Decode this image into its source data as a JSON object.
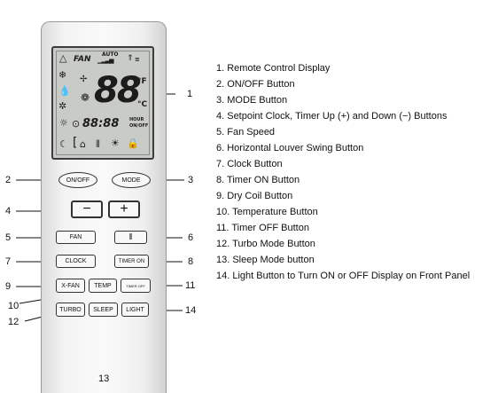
{
  "display": {
    "fan_label": "FAN",
    "auto_label": "AUTO",
    "temp_digits": "88",
    "deg_f": "°F",
    "deg_c": "°C",
    "clock_digits": "88:88",
    "hour_label": "HOUR",
    "on_off_label": "ON/OFF",
    "icons": [
      "triangle-icon",
      "snowflake-icon",
      "fan-mode-icon",
      "sun-icon",
      "water-drop-icon",
      "fan-speed-icon",
      "turbo-arrow-icon",
      "clock-icon",
      "sleep-moon-icon",
      "indoor-unit-icon",
      "swing-icon",
      "light-icon",
      "lock-icon"
    ]
  },
  "buttons": {
    "on_off": "ON/OFF",
    "mode": "MODE",
    "minus": "−",
    "plus": "+",
    "fan": "FAN",
    "swing": "⦀",
    "clock": "CLOCK",
    "timer_on": "TIMER ON",
    "x_fan": "X-FAN",
    "temp": "TEMP",
    "timer_off": "TIMER OFF",
    "turbo": "TURBO",
    "sleep": "SLEEP",
    "light": "LIGHT"
  },
  "callouts": [
    "1",
    "2",
    "3",
    "4",
    "5",
    "6",
    "7",
    "8",
    "9",
    "10",
    "11",
    "12",
    "13",
    "14"
  ],
  "legend": [
    "1. Remote Control Display",
    "2. ON/OFF Button",
    "3. MODE Button",
    "4. Setpoint Clock, Timer Up (+) and Down (−) Buttons",
    "5. Fan Speed",
    "6. Horizontal Louver Swing Button",
    "7. Clock Button",
    "8. Timer ON Button",
    "9. Dry Coil Button",
    "10. Temperature Button",
    "11. Timer OFF Button",
    "12. Turbo Mode Button",
    "13. Sleep Mode button",
    "14. Light Button to Turn ON or OFF Display on Front Panel"
  ]
}
